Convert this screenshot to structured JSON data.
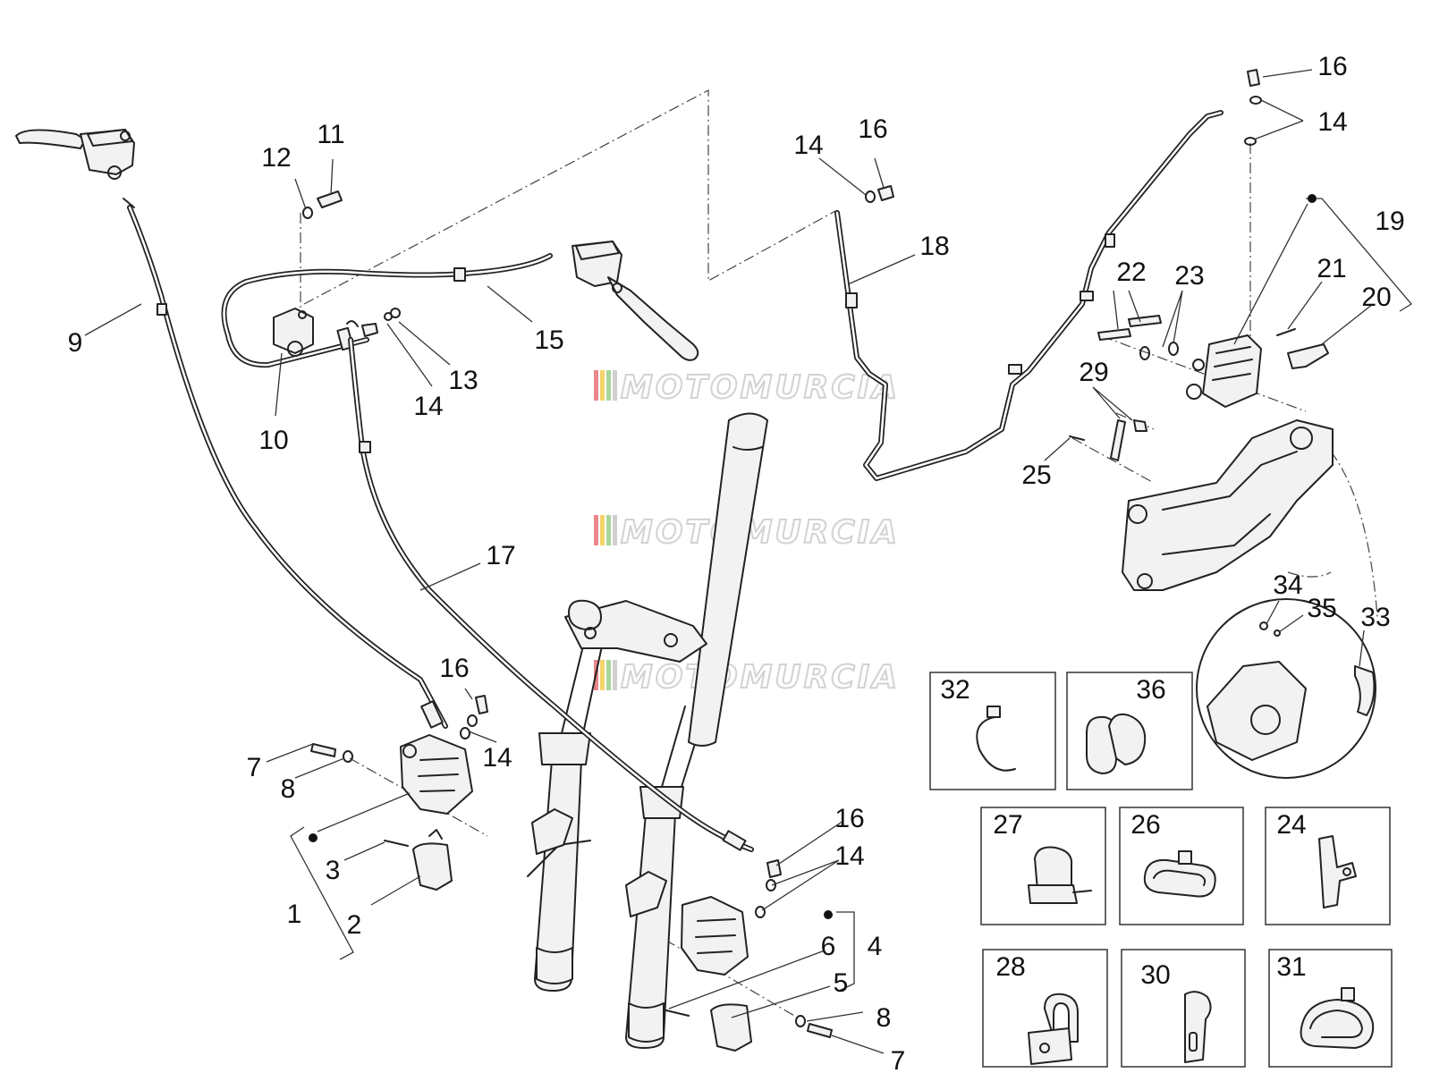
{
  "watermark": {
    "text": "MOTOMURCIA",
    "stripe_colors": [
      "#e9878a",
      "#f4d36b",
      "#a6d59a",
      "#cfcfcf"
    ]
  },
  "callouts": {
    "c1": "1",
    "c2": "2",
    "c3": "3",
    "c4": "4",
    "c5": "5",
    "c6": "6",
    "c7a": "7",
    "c7b": "7",
    "c8a": "8",
    "c8b": "8",
    "c9": "9",
    "c10": "10",
    "c11": "11",
    "c12": "12",
    "c13": "13",
    "c14a": "14",
    "c14b": "14",
    "c14c": "14",
    "c14d": "14",
    "c14e": "14",
    "c15": "15",
    "c16a": "16",
    "c16b": "16",
    "c16c": "16",
    "c16d": "16",
    "c17": "17",
    "c18": "18",
    "c19": "19",
    "c20": "20",
    "c21": "21",
    "c22": "22",
    "c23": "23",
    "c24": "24",
    "c25": "25",
    "c26": "26",
    "c27": "27",
    "c28": "28",
    "c29": "29",
    "c30": "30",
    "c31": "31",
    "c32": "32",
    "c33": "33",
    "c34": "34",
    "c35": "35",
    "c36": "36"
  }
}
